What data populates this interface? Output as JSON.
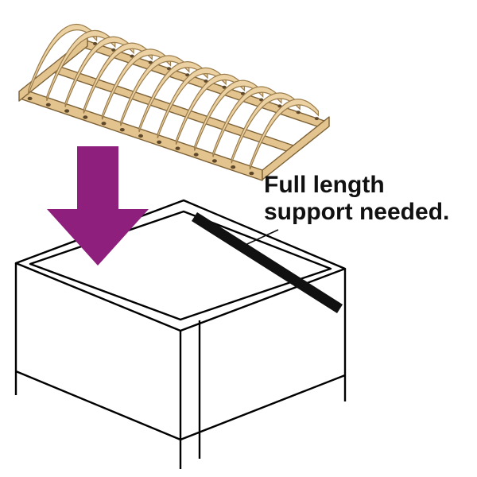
{
  "annotation": {
    "line1": "Full length",
    "line2": "support needed."
  },
  "diagram": {
    "slat_count": 13,
    "arrow_direction": "down",
    "parts": [
      "slatted-bed-base",
      "down-arrow",
      "bed-frame-box",
      "full-length-support-beam"
    ]
  },
  "colors": {
    "background": "#ffffff",
    "arrow_purple": "#8e1f7d",
    "slat_fill": "#ecd2a2",
    "slat_outline": "#9b7c4c",
    "rail_fill": "#e3c38e",
    "rail_outline": "#7c6136",
    "nub": "#5d482c",
    "frame_line": "#000000",
    "beam_black": "#111111",
    "text": "#111111"
  }
}
